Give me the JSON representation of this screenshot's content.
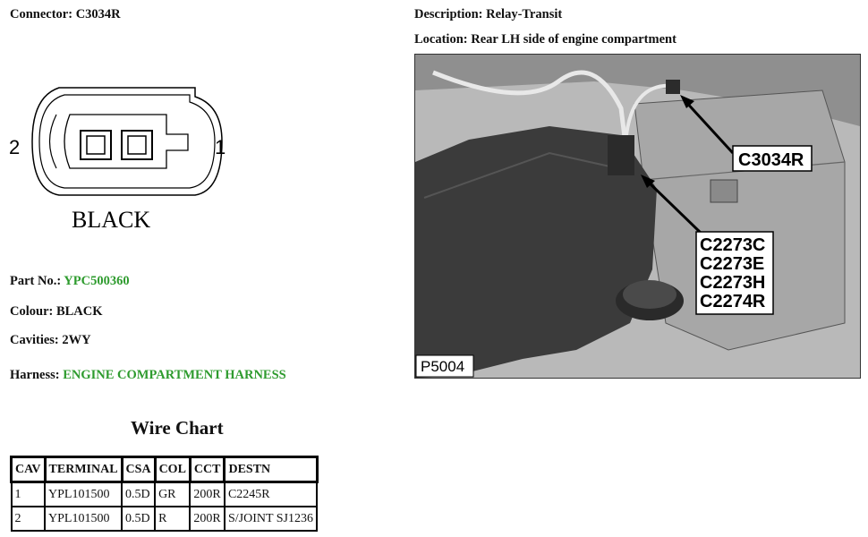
{
  "connector": {
    "label": "Connector:",
    "value": "C3034R"
  },
  "description": {
    "label": "Description:",
    "value": "Relay-Transit"
  },
  "location": {
    "label": "Location:",
    "value": "Rear LH side of engine compartment"
  },
  "diagram": {
    "pin_left": "2",
    "pin_right": "1",
    "color_text": "BLACK"
  },
  "part_no": {
    "label": "Part No.:",
    "value": "YPC500360",
    "value_color": "#2e9b2e"
  },
  "colour": {
    "label": "Colour:",
    "value": "BLACK"
  },
  "cavities": {
    "label": "Cavities:",
    "value": "2WY"
  },
  "harness": {
    "label": "Harness:",
    "value": "ENGINE COMPARTMENT HARNESS",
    "value_color": "#2e9b2e"
  },
  "photo": {
    "callout_main": "C3034R",
    "callout_list": [
      "C2273C",
      "C2273E",
      "C2273H",
      "C2274R"
    ],
    "figure_id": "P5004"
  },
  "wire_chart": {
    "title": "Wire Chart",
    "headers": [
      "CAV",
      "TERMINAL",
      "CSA",
      "COL",
      "CCT",
      "DESTN"
    ],
    "rows": [
      [
        "1",
        "YPL101500",
        "0.5D",
        "GR",
        "200R",
        "C2245R"
      ],
      [
        "2",
        "YPL101500",
        "0.5D",
        "R",
        "200R",
        "S/JOINT SJ1236"
      ]
    ]
  }
}
